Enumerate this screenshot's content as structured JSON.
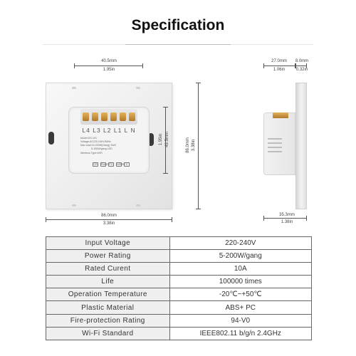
{
  "title": "Specification",
  "dimensions": {
    "top_width": {
      "mm": "40.5mm",
      "in": "1.95in"
    },
    "panel_height": {
      "mm": "86.0mm",
      "in": "3.38in"
    },
    "module_height": {
      "mm": "49.5mm",
      "in": "1.95in"
    },
    "panel_width": {
      "mm": "86.0mm",
      "in": "3.38in"
    },
    "side_depth": {
      "mm": "27.0mm",
      "in": "1.06in"
    },
    "side_plate": {
      "mm": "8.0mm",
      "in": "0.32in"
    },
    "side_total": {
      "mm": "35.3mm",
      "in": "1.38in"
    }
  },
  "module": {
    "terminal_labels": "L4 L3 L2 L1  L  N",
    "lines": [
      "Model:DS-101",
      "Voltage:AC220-240V/50Hz",
      "Max load:10-200W(Gang) 3WC",
      "5-100W/gang LED",
      "Wireless Type:WiFi"
    ],
    "cert_icons": [
      "CE",
      "RoHS",
      "FC",
      "WEEE",
      "Z"
    ]
  },
  "specs": [
    {
      "key": "Input Voltage",
      "value": "220-240V"
    },
    {
      "key": "Power Rating",
      "value": "5-200W/gang"
    },
    {
      "key": "Rated Curent",
      "value": "10A"
    },
    {
      "key": "Life",
      "value": "100000 times"
    },
    {
      "key": "Operation Temperature",
      "value": "-20℃~+50℃"
    },
    {
      "key": "Plastic Material",
      "value": "ABS+ PC"
    },
    {
      "key": "Fire-protection Rating",
      "value": "94-V0"
    },
    {
      "key": "Wi-Fi Standard",
      "value": "IEEE802.11 b/g/n 2.4GHz"
    }
  ]
}
